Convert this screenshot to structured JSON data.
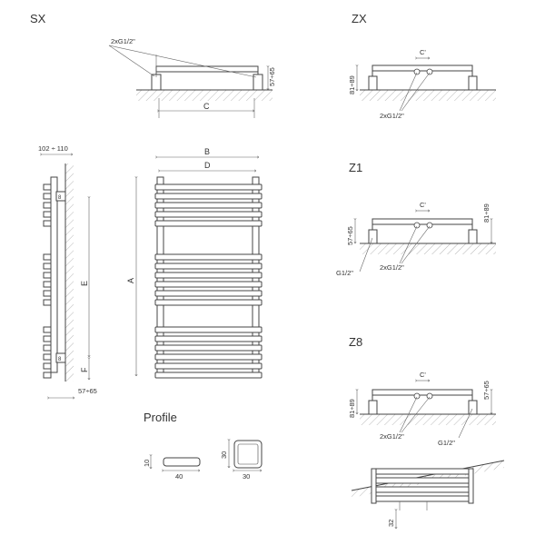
{
  "sections": {
    "sx": "SX",
    "zx": "ZX",
    "z1": "Z1",
    "z8": "Z8",
    "profile": "Profile"
  },
  "labels": {
    "connection_2xg12": "2xG1/2\"",
    "connection_g12": "G1/2\"",
    "range_57_65": "57÷65",
    "range_81_89": "81÷89",
    "range_102_110": "102 ÷ 110",
    "c": "C",
    "c_prime": "C'",
    "b": "B",
    "d": "D",
    "a": "A",
    "e": "E",
    "f": "F",
    "dim_10": "10",
    "dim_40": "40",
    "dim_30_h": "30",
    "dim_30_w": "30",
    "dim_32": "32",
    "valve_8a": "8",
    "valve_8b": "8"
  },
  "colors": {
    "line": "#444444",
    "hatch": "#888888",
    "fill": "#ffffff"
  }
}
